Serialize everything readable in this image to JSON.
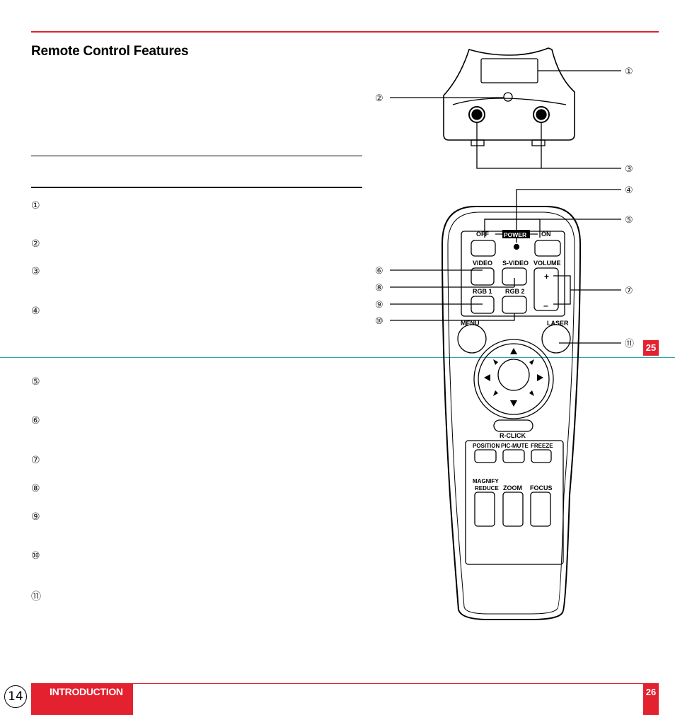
{
  "page": {
    "title": "Remote Control Features",
    "footer_section": "INTRODUCTION",
    "page_number": "14",
    "tab_top": "25",
    "tab_bottom": "26"
  },
  "list_markers": [
    "①",
    "②",
    "③",
    "④",
    "⑤",
    "⑥",
    "⑦",
    "⑧",
    "⑨",
    "⑩",
    "⑪"
  ],
  "callouts": {
    "c1": "①",
    "c2": "②",
    "c3": "③",
    "c4": "④",
    "c5": "⑤",
    "c6": "⑥",
    "c7": "⑦",
    "c8": "⑧",
    "c9": "⑨",
    "c10": "⑩",
    "c11": "⑪"
  },
  "remote": {
    "off": "OFF",
    "power": "POWER",
    "on": "ON",
    "video": "VIDEO",
    "svideo": "S-VIDEO",
    "volume": "VOLUME",
    "vol_plus": "+",
    "vol_minus": "–",
    "rgb1": "RGB 1",
    "rgb2": "RGB 2",
    "menu": "MENU",
    "laser": "LASER",
    "rclick": "R-CLICK",
    "position": "POSITION",
    "picmute": "PIC-MUTE",
    "freeze": "FREEZE",
    "magnify": "MAGNIFY",
    "reduce": "REDUCE",
    "zoom": "ZOOM",
    "focus": "FOCUS"
  },
  "colors": {
    "accent_red": "#e3212f",
    "divider_teal": "#2aa7a8"
  }
}
